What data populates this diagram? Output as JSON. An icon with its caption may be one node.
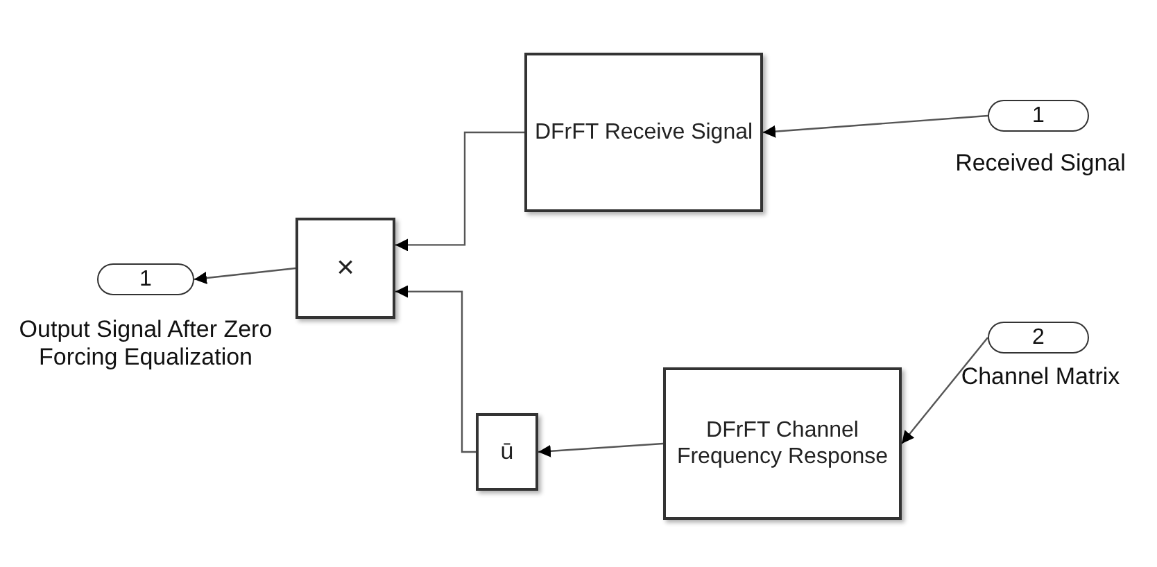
{
  "diagram": {
    "nodes": [
      {
        "text": [
          "1"
        ],
        "beside": [
          "Output Signal After Zero Forcing Equalization"
        ]
      },
      {
        "text": [
          "×"
        ]
      },
      {
        "text": [
          "DFrFT Receive Signal"
        ]
      },
      {
        "text": [
          "1"
        ],
        "beside": [
          "Received Signal"
        ]
      },
      {
        "text": [
          "ū"
        ]
      },
      {
        "text": [
          "DFrFT Channel Frequency Response"
        ]
      },
      {
        "text": [
          "2"
        ],
        "beside": [
          "Channel Matrix"
        ]
      }
    ],
    "edges": [
      {
        "from": 3,
        "to": 2,
        "arrow": "to"
      },
      {
        "from": 2,
        "to": 1,
        "arrow": "to"
      },
      {
        "from": 6,
        "to": 5,
        "arrow": "to"
      },
      {
        "from": 5,
        "to": 4,
        "arrow": "to"
      },
      {
        "from": 4,
        "to": 1,
        "arrow": "to"
      },
      {
        "from": 1,
        "to": 0,
        "arrow": "to"
      }
    ]
  }
}
